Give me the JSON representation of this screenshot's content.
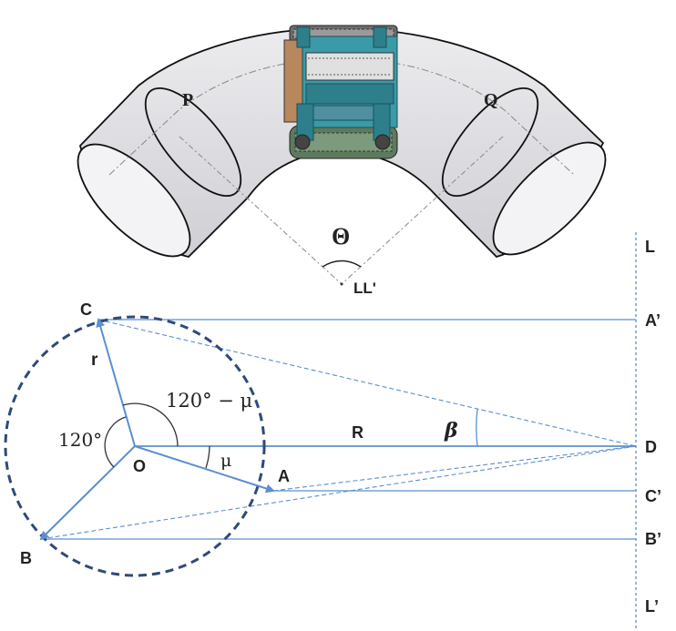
{
  "pipe": {
    "label_p": "P",
    "label_q": "Q",
    "label_theta": "Θ",
    "label_center": "LL'"
  },
  "diagram": {
    "label_c": "C",
    "label_r_small": "r",
    "label_angle_120_mu": "120° − μ",
    "label_angle_120": "120°",
    "label_o": "O",
    "label_mu": "μ",
    "label_a": "A",
    "label_b": "B",
    "label_R": "R",
    "label_beta": "β",
    "label_L": "L",
    "label_A_prime": "A’",
    "label_D": "D",
    "label_C_prime": "C’",
    "label_B_prime": "B’",
    "label_L_prime": "L’"
  },
  "colors": {
    "line_blue": "#5b8fd0",
    "circle_dash": "#2f4a78",
    "pipe_fill": "#dedee2",
    "pipe_stroke": "#111111"
  }
}
